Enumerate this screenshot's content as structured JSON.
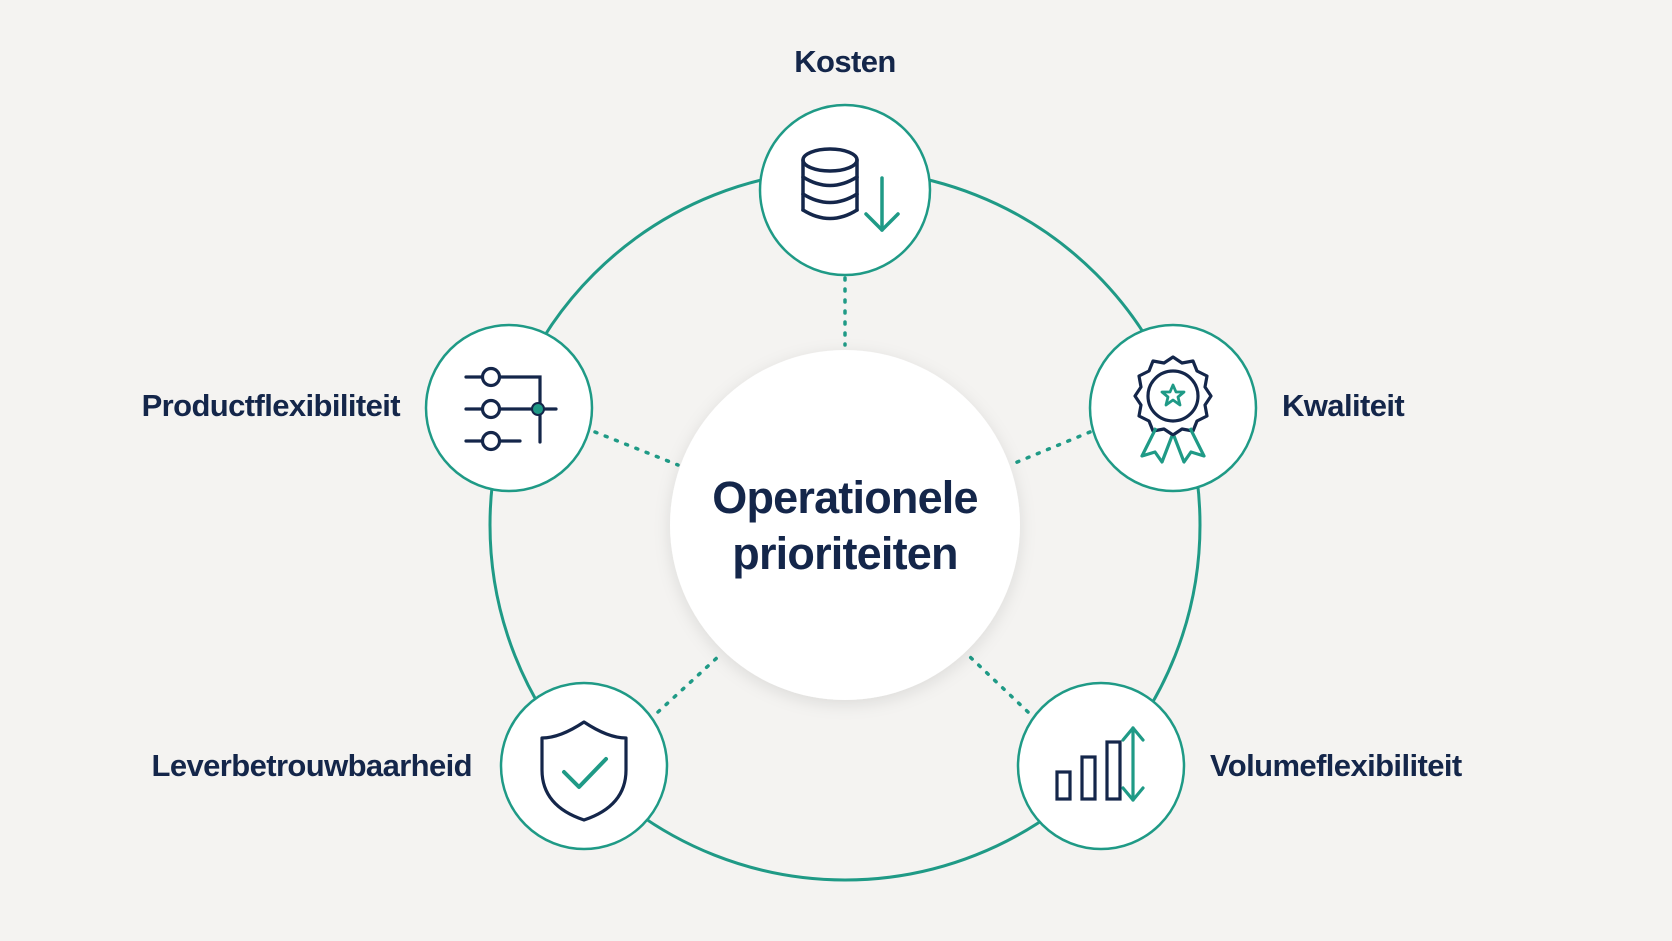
{
  "diagram": {
    "center": {
      "line1": "Operationele",
      "line2": "prioriteiten"
    },
    "nodes": [
      {
        "id": "kosten",
        "label": "Kosten",
        "icon": "database-down-icon"
      },
      {
        "id": "kwaliteit",
        "label": "Kwaliteit",
        "icon": "award-rosette-icon"
      },
      {
        "id": "volumeflexibiliteit",
        "label": "Volumeflexibiliteit",
        "icon": "bar-chart-arrows-icon"
      },
      {
        "id": "leverbetrouwbaarheid",
        "label": "Leverbetrouwbaarheid",
        "icon": "shield-check-icon"
      },
      {
        "id": "productflexibiliteit",
        "label": "Productflexibiliteit",
        "icon": "sliders-icon"
      }
    ]
  },
  "colors": {
    "accent": "#1f9a86",
    "text": "#14264a",
    "background": "#f4f3f1",
    "node_fill": "#ffffff"
  }
}
